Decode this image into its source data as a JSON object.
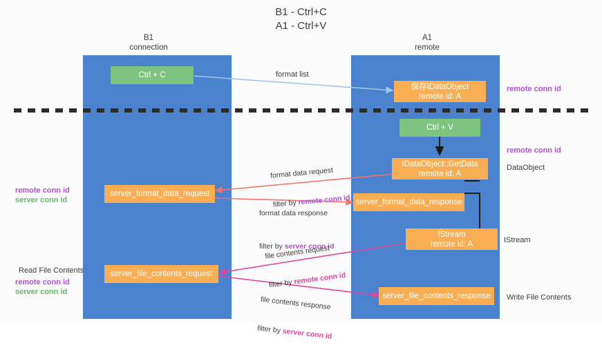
{
  "title": "B1 - Ctrl+C\nA1 - Ctrl+V",
  "columns": [
    {
      "name": "left",
      "heading": "B1\nconnection"
    },
    {
      "name": "right",
      "heading": "A1\nremote"
    }
  ],
  "nodes": {
    "ctrl_c": {
      "label": "Ctrl + C",
      "color": "#7cc47f"
    },
    "ctrl_v": {
      "label": "Ctrl + V",
      "color": "#7cc47f"
    },
    "save_idataobject": {
      "line1": "保存IDataObject",
      "line2": "remote id: A",
      "color": "#f9ae54"
    },
    "getdata": {
      "line1": "IDataObject::GetData",
      "line2": "remote id: A",
      "color": "#f9ae54"
    },
    "istream": {
      "line1": "IStream",
      "line2": "remote id: A",
      "color": "#f9ae54"
    },
    "server_format_data_request": {
      "label": "server_format_data_request",
      "color": "#f9ae54"
    },
    "server_format_data_response": {
      "label": "server_format_data_response",
      "color": "#f9ae54"
    },
    "server_file_contents_request": {
      "label": "server_file_contents_request",
      "color": "#f9ae54"
    },
    "server_file_contents_response": {
      "label": "server_file_contents_response",
      "color": "#f9ae54"
    }
  },
  "edges": {
    "format_list": {
      "label": "format list"
    },
    "format_data_request": {
      "line1": "format data request",
      "filter_prefix": "filter by ",
      "filter_key": "remote conn id"
    },
    "format_data_response": {
      "line1": "format data response",
      "filter_prefix": "filter by ",
      "filter_key": "server conn id"
    },
    "file_contents_request": {
      "line1": "file contents request",
      "filter_prefix": "filter by ",
      "filter_key": "remote conn id"
    },
    "file_contents_response": {
      "line1": "file contents response",
      "filter_prefix": "filter by ",
      "filter_key": "server conn id"
    }
  },
  "annotations": {
    "right_remote_conn_id_top": "remote conn id",
    "right_remote_conn_id_mid": "remote conn id",
    "right_dataobject": "DataObject",
    "right_istream": "IStream",
    "right_write_file_contents": "Write File Contents",
    "left_remote_conn_id": "remote conn id",
    "left_server_conn_id": "server conn id",
    "left_read_file_contents": "Read File Contents",
    "left_remote_conn_id_2": "remote conn id",
    "left_server_conn_id_2": "server conn id"
  },
  "colors": {
    "lane": "#4a82ce",
    "green": "#7cc47f",
    "orange": "#f9ae54",
    "purple": "#b14fd8",
    "magenta": "#e0479e",
    "green_text": "#63b96a",
    "arrow_blue": "#9dc6ea",
    "arrow_red": "#f4726a",
    "arrow_dark": "#1a1a1a",
    "divider": "#2b2b2b"
  }
}
